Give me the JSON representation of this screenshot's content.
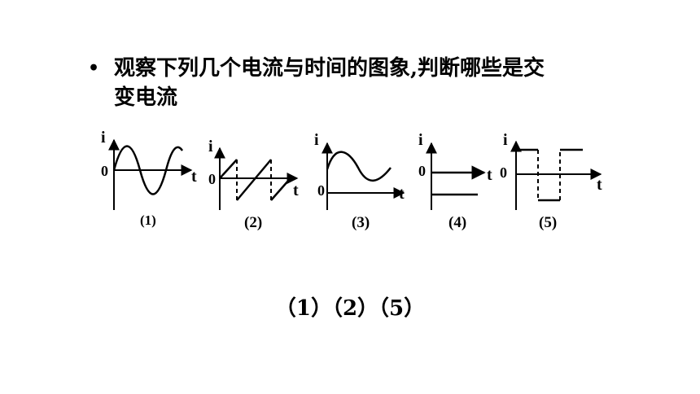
{
  "question": {
    "bullet": "•",
    "line1": "观察下列几个电流与时间的图象,判断哪些是交",
    "line2": "变电流"
  },
  "graphs": [
    {
      "label": "(1)",
      "y_axis": "i",
      "x_axis": "t",
      "origin": "0"
    },
    {
      "label": "(2)",
      "y_axis": "i",
      "x_axis": "t",
      "origin": "0"
    },
    {
      "label": "(3)",
      "y_axis": "i",
      "x_axis": "t",
      "origin": "0"
    },
    {
      "label": "(4)",
      "y_axis": "i",
      "x_axis": "t",
      "origin": "0"
    },
    {
      "label": "(5)",
      "y_axis": "i",
      "x_axis": "t",
      "origin": "0"
    }
  ],
  "answer": "（1）（2）（5）"
}
